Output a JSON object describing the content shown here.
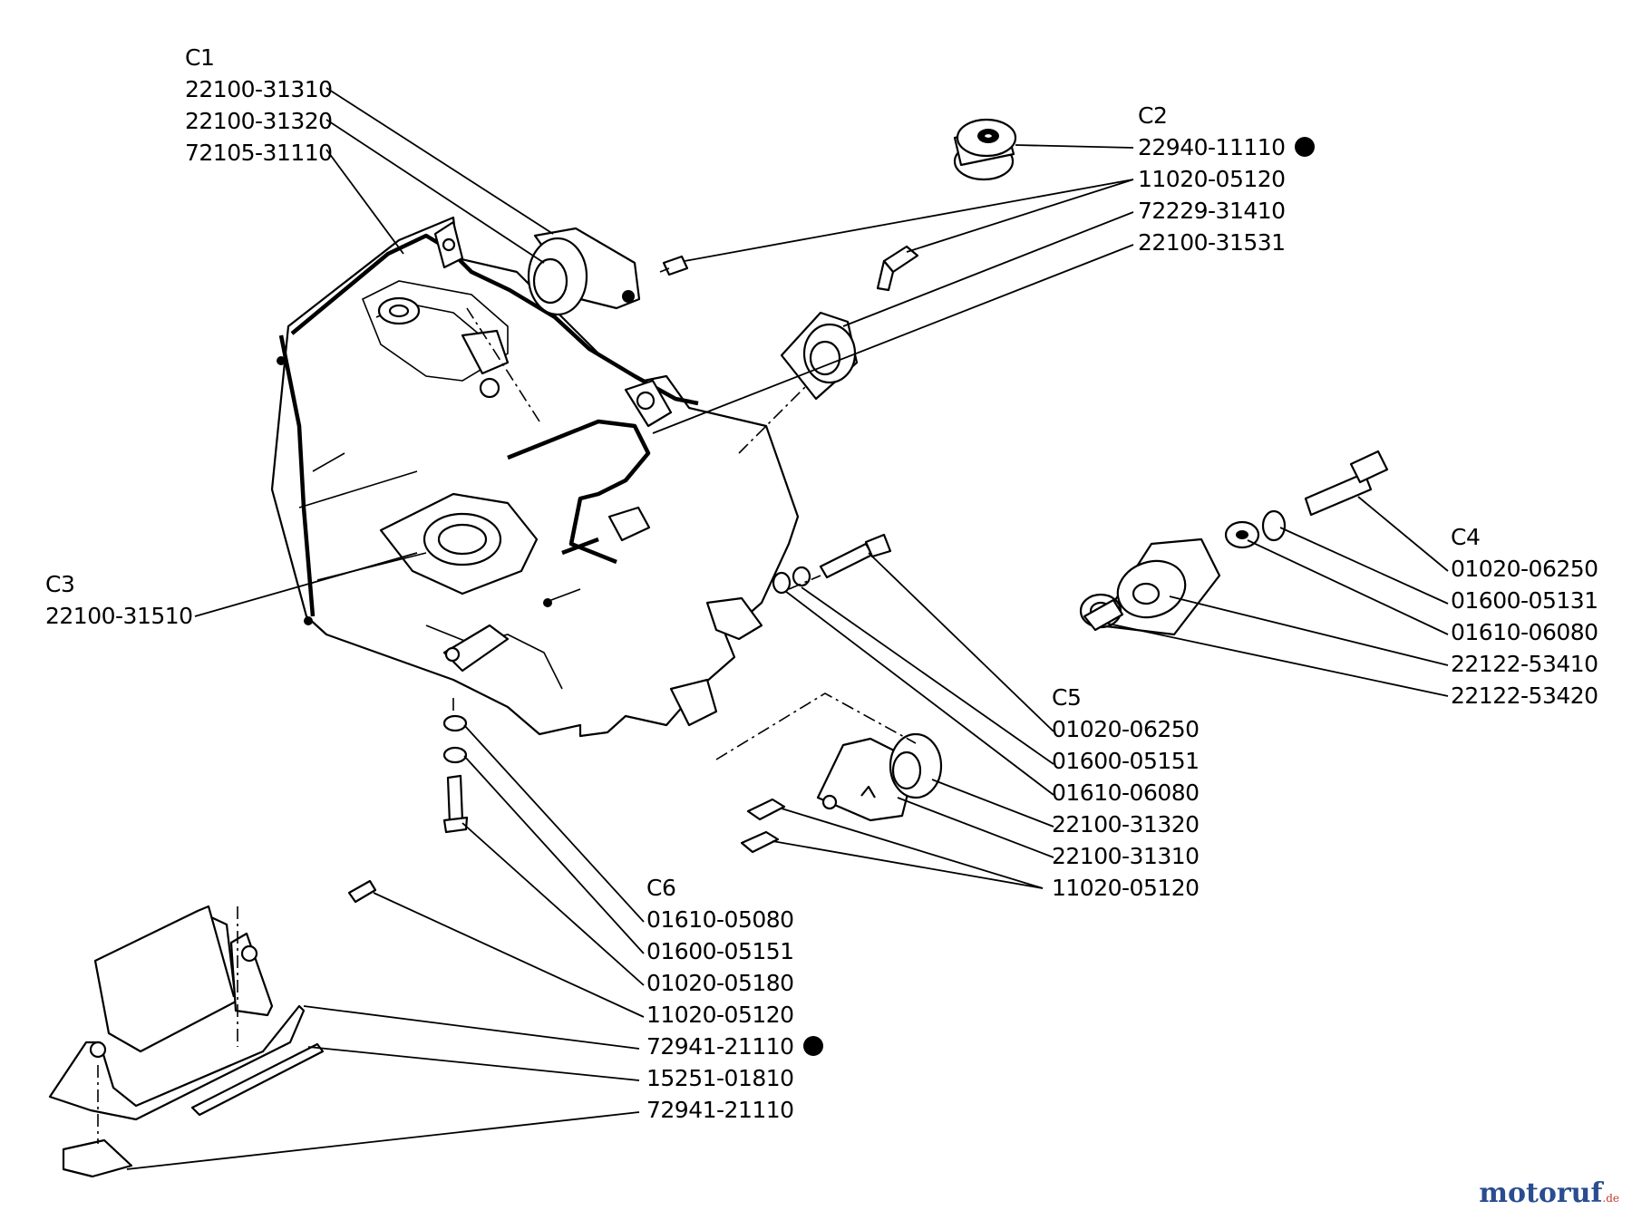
{
  "groups": [
    {
      "id": "C1",
      "parts": [
        "22100-31310",
        "22100-31320",
        "72105-31110"
      ]
    },
    {
      "id": "C2",
      "parts": [
        "22940-11110",
        "11020-05120",
        "72229-31410",
        "22100-31531"
      ],
      "dot_on": "22940-11110"
    },
    {
      "id": "C3",
      "parts": [
        "22100-31510"
      ]
    },
    {
      "id": "C4",
      "parts": [
        "01020-06250",
        "01600-05131",
        "01610-06080",
        "22122-53410",
        "22122-53420"
      ]
    },
    {
      "id": "C5",
      "parts": [
        "01020-06250",
        "01600-05151",
        "01610-06080",
        "22100-31320",
        "22100-31310",
        "11020-05120"
      ]
    },
    {
      "id": "C6",
      "parts": [
        "01610-05080",
        "01600-05151",
        "01020-05180",
        "11020-05120",
        "72941-21110",
        "15251-01810",
        "72941-21110"
      ],
      "dot_on": "72941-21110"
    }
  ],
  "watermark": {
    "brand": "motoruf",
    "suffix": ".de"
  }
}
